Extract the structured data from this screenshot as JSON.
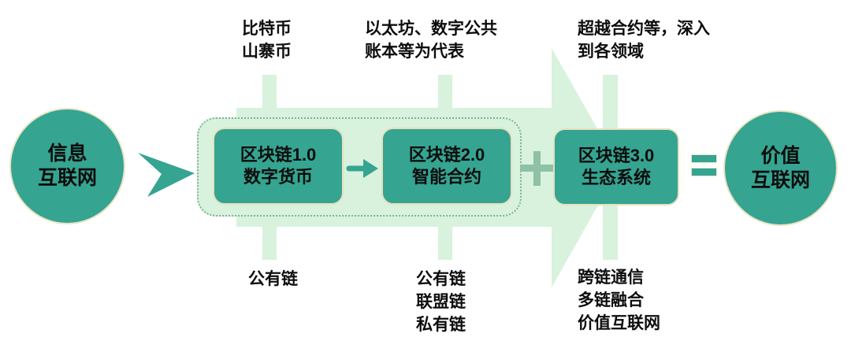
{
  "colors": {
    "teal": "#35a491",
    "light_green": "#d8f2dd",
    "plus_green": "#8ec1a7",
    "dotted_border": "#7eb29c",
    "cream_border": "#e9e5c6",
    "text": "#0d0d0d"
  },
  "flow": {
    "source": {
      "line1": "信息",
      "line2": "互联网"
    },
    "result": {
      "line1": "价值",
      "line2": "互联网"
    },
    "operators": {
      "plus": "+",
      "equals": "="
    },
    "stages": [
      {
        "title": "区块链1.0",
        "subtitle": "数字货币",
        "top_note": [
          "比特币",
          "山寨币"
        ],
        "bottom_note": [
          "公有链"
        ]
      },
      {
        "title": "区块链2.0",
        "subtitle": "智能合约",
        "top_note": [
          "以太坊、数字公共",
          "账本等为代表"
        ],
        "bottom_note": [
          "公有链",
          "联盟链",
          "私有链"
        ]
      },
      {
        "title": "区块链3.0",
        "subtitle": "生态系统",
        "top_note": [
          "超越合约等，深入",
          "到各领域"
        ],
        "bottom_note": [
          "跨链通信",
          "多链融合",
          "价值互联网"
        ]
      }
    ]
  }
}
